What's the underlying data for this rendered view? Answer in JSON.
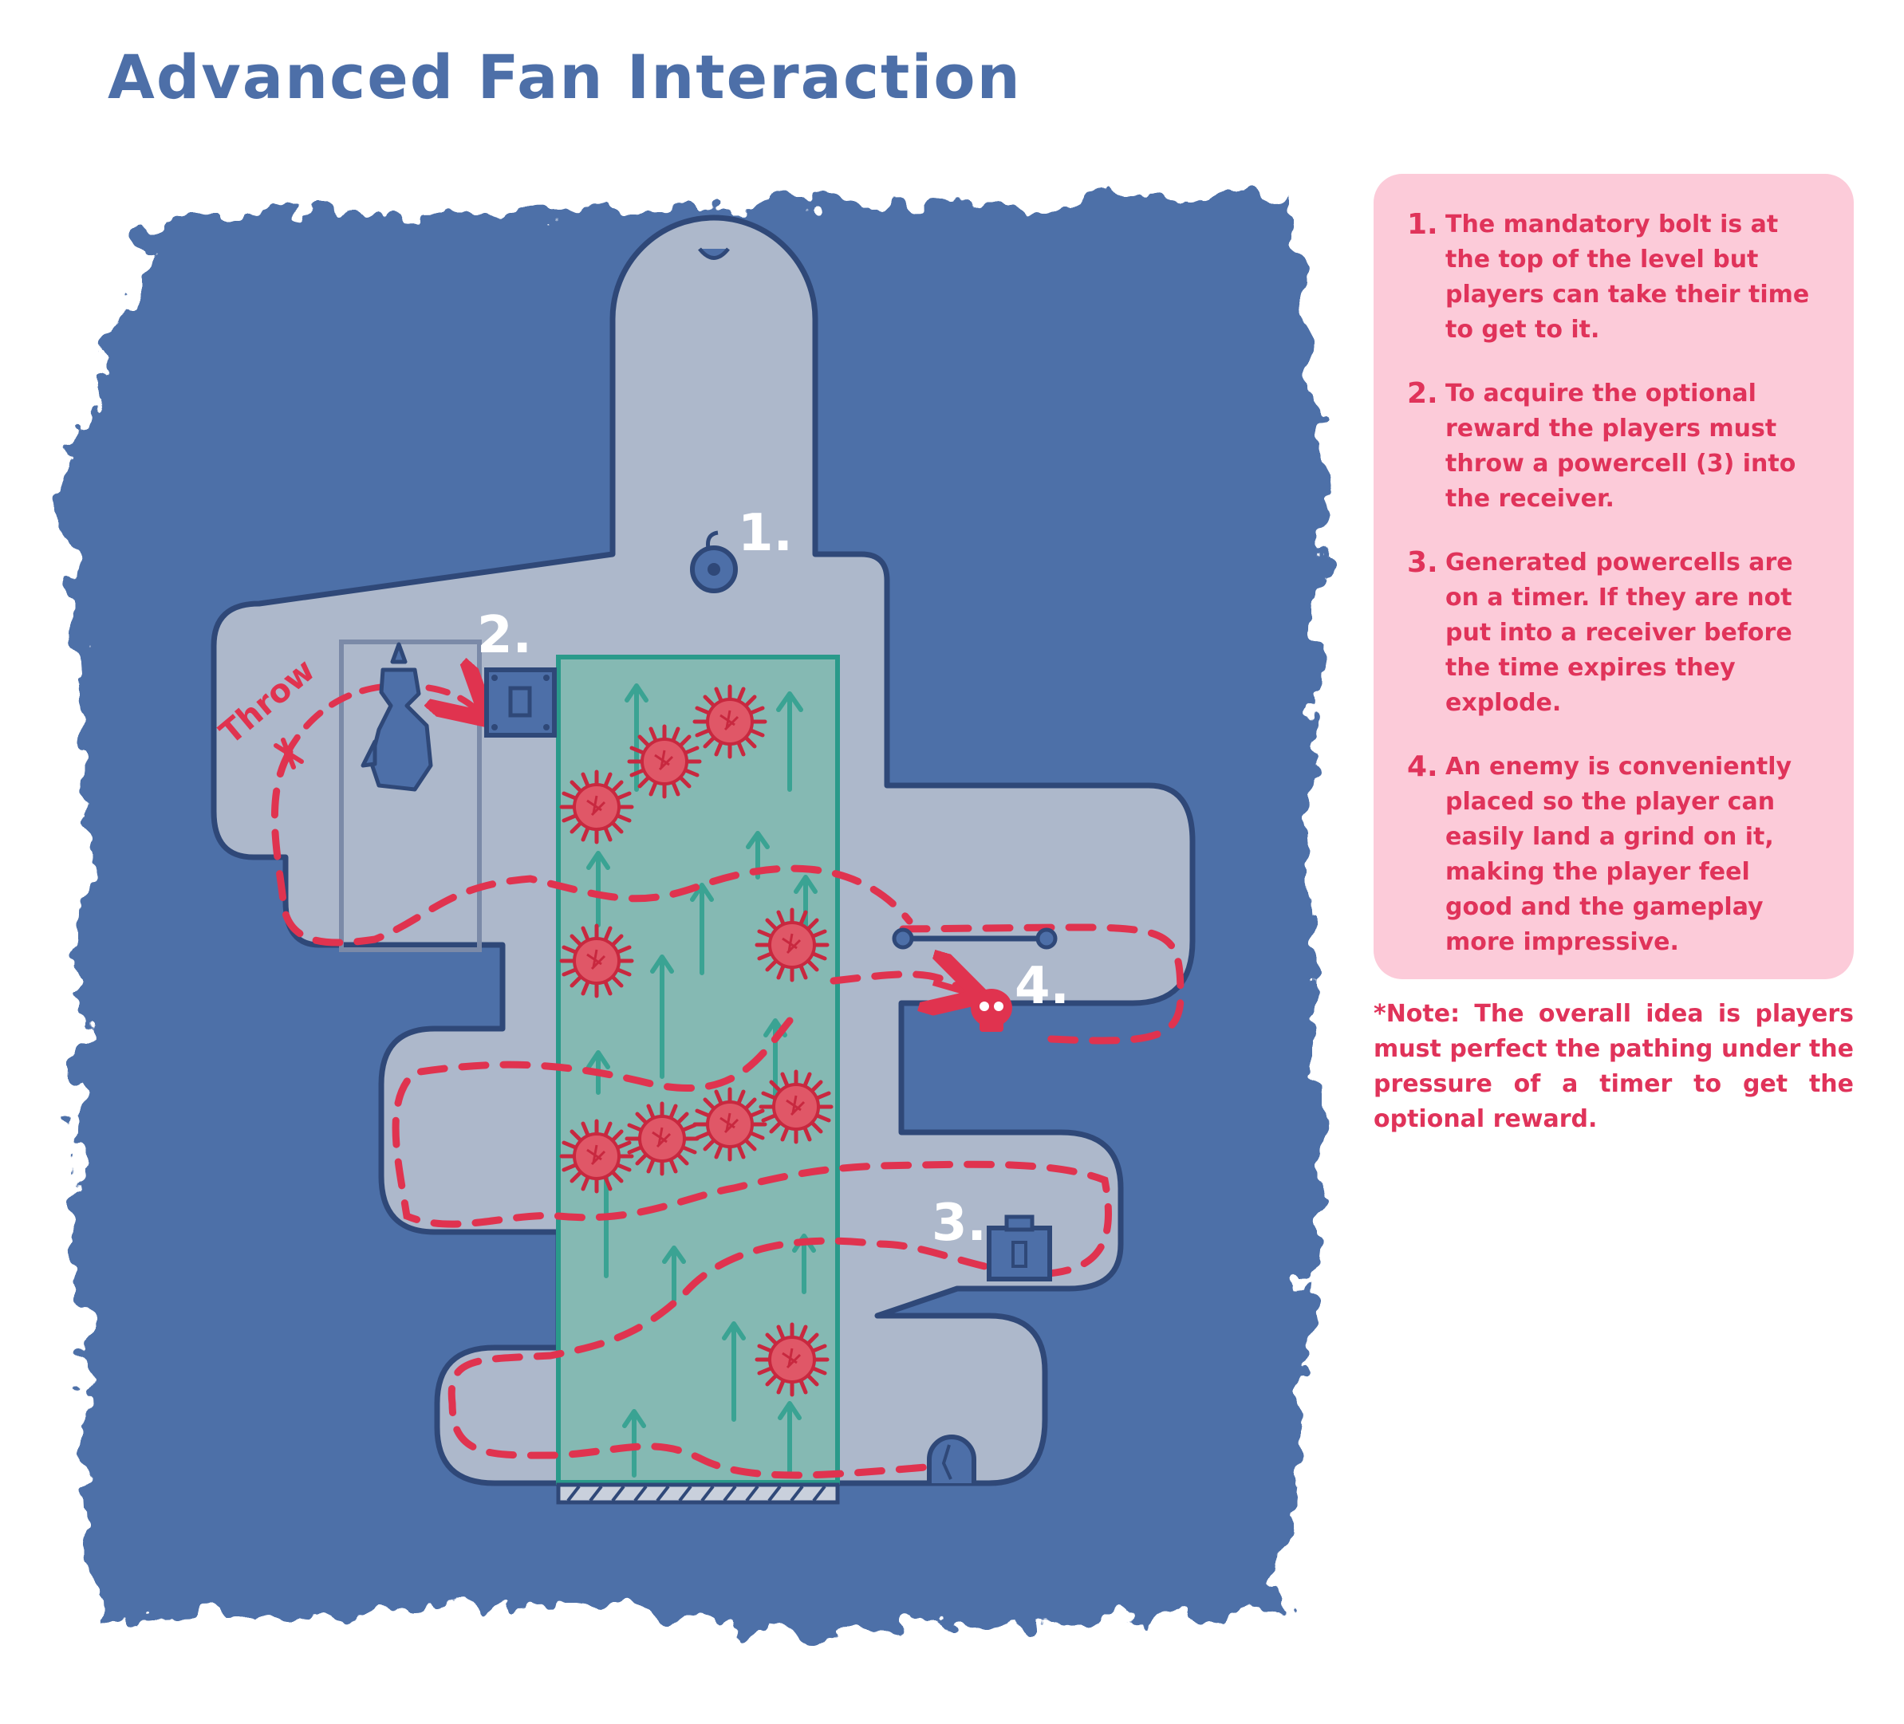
{
  "title": "Advanced Fan Interaction",
  "map_labels": {
    "marker_1": "1.",
    "marker_2": "2.",
    "marker_3": "3.",
    "marker_4": "4.",
    "throw": "Throw"
  },
  "notes": [
    {
      "number": "1.",
      "text": "The mandatory bolt is at the top of the level but players can take their time to get to it."
    },
    {
      "number": "2.",
      "text": "To acquire the optional reward the players must throw a powercell (3) into the receiver."
    },
    {
      "number": "3.",
      "text": "Generated powercells are on a timer. If they are not put into a receiver before the time expires they explode."
    },
    {
      "number": "4.",
      "text": "An enemy is conveniently placed so the player can easily land a grind on it, making the player feel good and the gameplay more impressive."
    }
  ],
  "footnote": "*Note: The overall idea is players must perfect the pathing under the pressure of a timer to get the optional reward.",
  "colors": {
    "background_blob": "#4d6fa8",
    "level_floor": "#adb8cb",
    "outline": "#2f4878",
    "fan_zone": "#85b9b3",
    "fan_border": "#2a9a8a",
    "path_and_enemies": "#e0334f",
    "notes_card": "#fccbd9",
    "notes_text": "#e0335a"
  },
  "icons": [
    "bolt-icon",
    "receiver-icon",
    "powercell-generator-icon",
    "skull-enemy-icon",
    "statue-icon",
    "spiked-mine-icon",
    "exit-door-icon",
    "fan-grate-icon"
  ]
}
